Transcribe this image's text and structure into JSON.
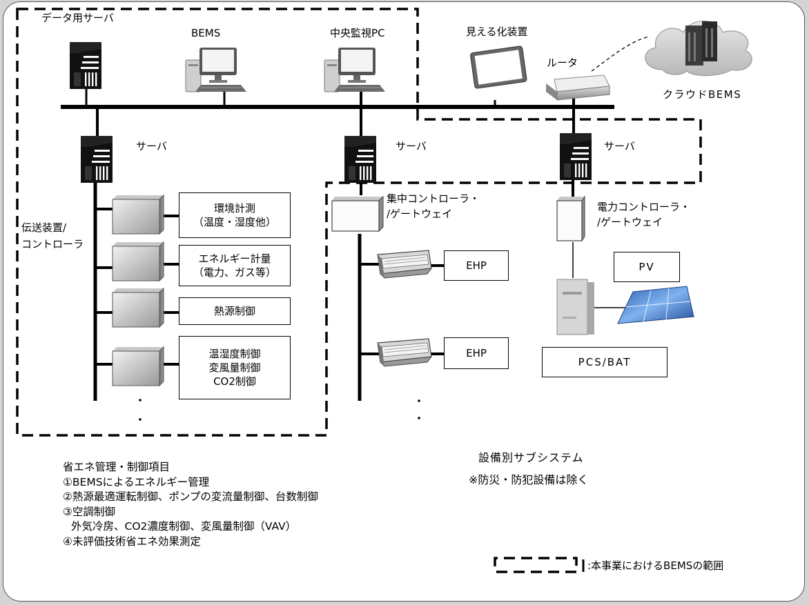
{
  "network": {
    "top_devices": {
      "data_server": "データ用サーバ",
      "bems": "BEMS",
      "central_pc": "中央監視PC",
      "visualizer": "見える化装置",
      "router": "ルータ",
      "cloud_bems": "クラウドBEMS"
    },
    "servers": [
      "サーバ",
      "サーバ",
      "サーバ"
    ],
    "left_column": {
      "transmitter_label_1": "伝送装置/",
      "transmitter_label_2": "コントローラ",
      "boxes": [
        {
          "line1": "環境計測",
          "line2": "（温度・湿度他）"
        },
        {
          "line1": "エネルギー計量",
          "line2": "（電力、ガス等）"
        },
        {
          "line1": "熱源制御"
        },
        {
          "line1": "温湿度制御",
          "line2": "変風量制御",
          "line3": "CO2制御"
        }
      ]
    },
    "middle_column": {
      "controller_line1": "集中コントローラ・",
      "controller_line2": "/ゲートウェイ",
      "ehp": [
        "EHP",
        "EHP"
      ]
    },
    "right_column": {
      "controller_line1": "電力コントローラ・",
      "controller_line2": "/ゲートウェイ",
      "pv": "PV",
      "pcs_bat": "PCS/BAT"
    },
    "subsystem_label_1": "設備別サブシステム",
    "subsystem_label_2": "※防災・防犯設備は除く"
  },
  "notes": {
    "title": "省エネ管理・制御項目",
    "items": [
      "①BEMSによるエネルギー管理",
      "②熱源最適運転制御、ポンプの変流量制御、台数制御",
      "③空調制御",
      "外気冷房、CO2濃度制御、変風量制御（VAV）",
      "④未評価技術省エネ効果測定"
    ]
  },
  "legend": {
    "text": ":本事業におけるBEMSの範囲"
  }
}
